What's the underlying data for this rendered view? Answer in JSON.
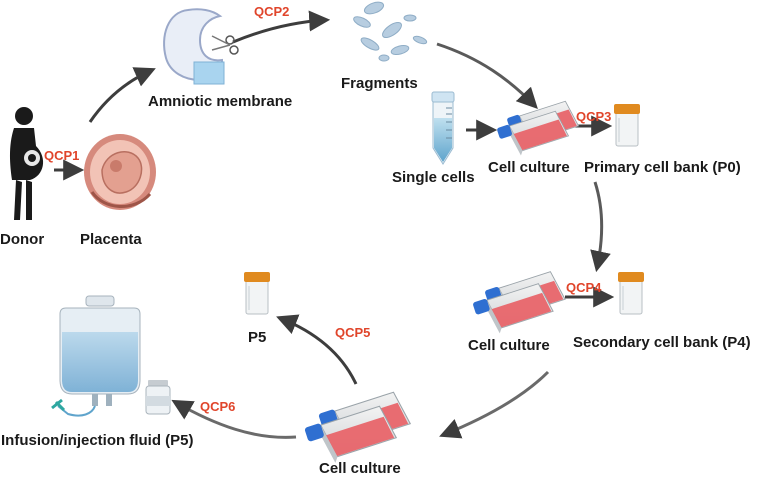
{
  "colors": {
    "qcp": "#e0452b",
    "arrow": "#4a4a4a",
    "flask_media": "#e8656a",
    "flask_cap": "#2f6fd1",
    "tube_cap": "#e08a1f"
  },
  "labels": {
    "donor": "Donor",
    "placenta": "Placenta",
    "amniotic_membrane": "Amniotic membrane",
    "fragments": "Fragments",
    "single_cells": "Single cells",
    "cell_culture_1": "Cell culture",
    "primary_bank": "Primary cell bank (P0)",
    "cell_culture_2": "Cell culture",
    "secondary_bank": "Secondary cell bank (P4)",
    "cell_culture_3": "Cell culture",
    "p5": "P5",
    "infusion": "Infusion/injection fluid (P5)"
  },
  "qcp": {
    "qcp1": "QCP1",
    "qcp2": "QCP2",
    "qcp3": "QCP3",
    "qcp4": "QCP4",
    "qcp5": "QCP5",
    "qcp6": "QCP6"
  },
  "icons": [
    "pregnant-donor-icon",
    "placenta-icon",
    "amniotic-membrane-icon",
    "scissors-icon",
    "fragments-icon",
    "centrifuge-tube-icon",
    "culture-flask-icon",
    "cryovial-icon",
    "iv-bag-icon",
    "medicine-vial-icon"
  ]
}
